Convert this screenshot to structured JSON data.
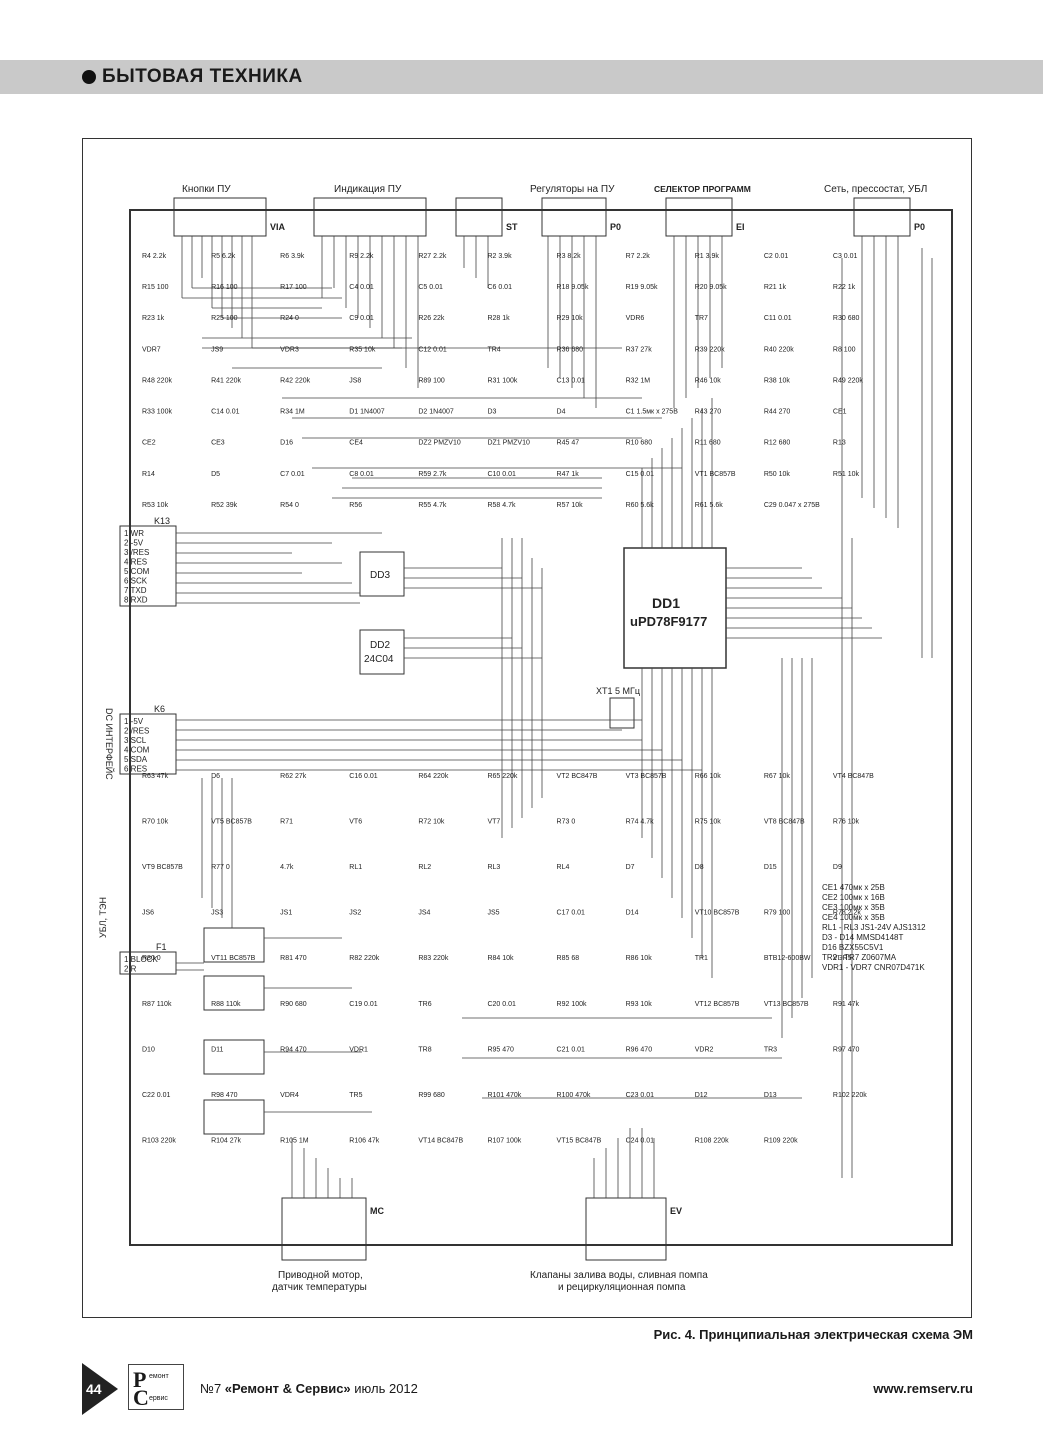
{
  "header": {
    "section_title": "БЫТОВАЯ ТЕХНИКА"
  },
  "diagram": {
    "connector_labels": {
      "buttons": "Кнопки ПУ",
      "indication": "Индикация ПУ",
      "regulators": "Регуляторы на ПУ",
      "selector": "СЕЛЕКТОР ПРОГРАММ",
      "mains": "Сеть, прессостат, УБЛ",
      "motor": "Приводной мотор,",
      "motor_line2": "датчик температуры",
      "valves": "Клапаны залива воды, сливная помпа",
      "valves_line2": "и рециркуляционная помпа",
      "dc_interface": "DC ИНТЕРФЕЙС",
      "ubl_ten": "УБЛ, ТЭН"
    },
    "connectors": {
      "k13": "K13",
      "k13_pins": [
        "WR",
        "-5V",
        "/RES",
        "RES",
        "COM",
        "SCK",
        "TXD",
        "RXD"
      ],
      "k6": "K6",
      "k6_pins": [
        "-5V",
        "/RES",
        "SCL",
        "COM",
        "SDA",
        "RES"
      ],
      "f1": "F1",
      "f1_pins": [
        "BLOCK",
        "R"
      ],
      "via": "VIA",
      "st": "ST",
      "p0": "P0",
      "ei": "EI",
      "pp": "P0",
      "mc": "MC",
      "ev": "EV"
    },
    "ics": {
      "dd1": "DD1",
      "dd1_part": "uPD78F9177",
      "dd2": "DD2",
      "dd2_part": "24C04",
      "dd3": "DD3",
      "crystal": "XT1 5 МГц"
    },
    "components": [
      "R4 2.2k",
      "R5 6.2k",
      "R6 3.9k",
      "R9 2.2k",
      "R27 2.2k",
      "R2 3.9k",
      "R3 8.2k",
      "R7 2.2k",
      "R1 3.9k",
      "C2 0.01",
      "C3 0.01",
      "R15 100",
      "R16 100",
      "R17 100",
      "C4 0.01",
      "C5 0.01",
      "C6 0.01",
      "R18 9.05k",
      "R19 9.05k",
      "R20 9.05k",
      "R21 1k",
      "R22 1k",
      "R23 1k",
      "R25 100",
      "R24 0",
      "C9 0.01",
      "R26 22k",
      "R28 1k",
      "R29 10k",
      "VDR6",
      "TR7",
      "C11 0.01",
      "R30 680",
      "VDR7",
      "JS9",
      "VDR3",
      "R35 10k",
      "C12 0.01",
      "TR4",
      "R36 680",
      "R37 27k",
      "R39 220k",
      "R40 220k",
      "R8 100",
      "R48 220k",
      "R41 220k",
      "R42 220k",
      "JS8",
      "R89 100",
      "R31 100k",
      "C13 0.01",
      "R32 1M",
      "R46 10k",
      "R38 10k",
      "R49 220k",
      "R33 100k",
      "C14 0.01",
      "R34 1M",
      "D1 1N4007",
      "D2 1N4007",
      "D3",
      "D4",
      "C1 1.5мк х 275В",
      "R43 270",
      "R44 270",
      "CE1",
      "CE2",
      "CE3",
      "D16",
      "CE4",
      "DZ2 PMZV10",
      "DZ1 PMZV10",
      "R45 47",
      "R10 680",
      "R11 680",
      "R12 680",
      "R13",
      "R14",
      "D5",
      "C7 0.01",
      "C8 0.01",
      "R59 2.7k",
      "C10 0.01",
      "R47 1k",
      "C15 0.01",
      "VT1 BC857B",
      "R50 10k",
      "R51 10k",
      "R53 10k",
      "R52 39k",
      "R54 0",
      "R56",
      "R55 4.7k",
      "R58 4.7k",
      "R57 10k",
      "R60 5.6k",
      "R61 5.6k",
      "C29 0.047 x 275В",
      "R63 47k",
      "D6",
      "R62 27k",
      "C16 0.01",
      "R64 220k",
      "R65 220k",
      "VT2 BC847B",
      "VT3 BC857B",
      "R66 10k",
      "R67 10k",
      "VT4 BC847B",
      "R70 10k",
      "VT5 BC857B",
      "R71",
      "VT6",
      "R72 10k",
      "VT7",
      "R73 0",
      "R74 4.7k",
      "R75 10k",
      "VT8 BC847B",
      "R76 10k",
      "VT9 BC857B",
      "R77 0",
      "4.7k",
      "RL1",
      "RL2",
      "RL3",
      "RL4",
      "D7",
      "D8",
      "D15",
      "D9",
      "JS6",
      "JS3",
      "JS1",
      "JS2",
      "JS4",
      "JS5",
      "C17 0.01",
      "D14",
      "VT10 BC857B",
      "R79 100",
      "R78 2.2k",
      "R80 0",
      "VT11 BC857B",
      "R81 470",
      "R82 220k",
      "R83 220k",
      "R84 10k",
      "R85 68",
      "R86 10k",
      "TR1",
      "BTB12-600BW",
      "VDR5",
      "R87 110k",
      "R88 110k",
      "R90 680",
      "C19 0.01",
      "TR6",
      "C20 0.01",
      "R92 100k",
      "R93 10k",
      "VT12 BC857B",
      "VT13 BC857B",
      "R91 47k",
      "D10",
      "D11",
      "R94 470",
      "VDR1",
      "TR8",
      "R95 470",
      "C21 0.01",
      "R96 470",
      "VDR2",
      "TR3",
      "R97 470",
      "C22 0.01",
      "R98 470",
      "VDR4",
      "TR5",
      "R99 680",
      "R101 470k",
      "R100 470k",
      "C23 0.01",
      "D12",
      "D13",
      "R102 220k",
      "R103 220k",
      "R104 27k",
      "R105 1M",
      "R106 47k",
      "VT14 BC847B",
      "R107 100k",
      "VT15 BC847B",
      "C24 0.01",
      "R108 220k",
      "R109 220k"
    ],
    "notes": [
      "CE1 470мк x 25В",
      "CE2 100мк x 16В",
      "CE3 100мк x 35В",
      "CE4 100мк x 35В",
      "RL1 - RL3 JS1-24V AJS1312",
      "D3 - D14 MMSD4148T",
      "D16 BZX55C5V1",
      "TR2 - TR7 Z0607MA",
      "VDR1 - VDR7 CNR07D471K"
    ]
  },
  "caption": "Рис. 4. Принципиальная электрическая схема ЭМ",
  "footer": {
    "page_number": "44",
    "logo_r": "Р",
    "logo_c": "С",
    "logo_text_1": "емонт",
    "logo_text_2": "ервис",
    "issue_prefix": "№7 ",
    "magazine": "«Ремонт & Сервис»",
    "issue_date": " июль 2012",
    "website": "www.remserv.ru"
  }
}
